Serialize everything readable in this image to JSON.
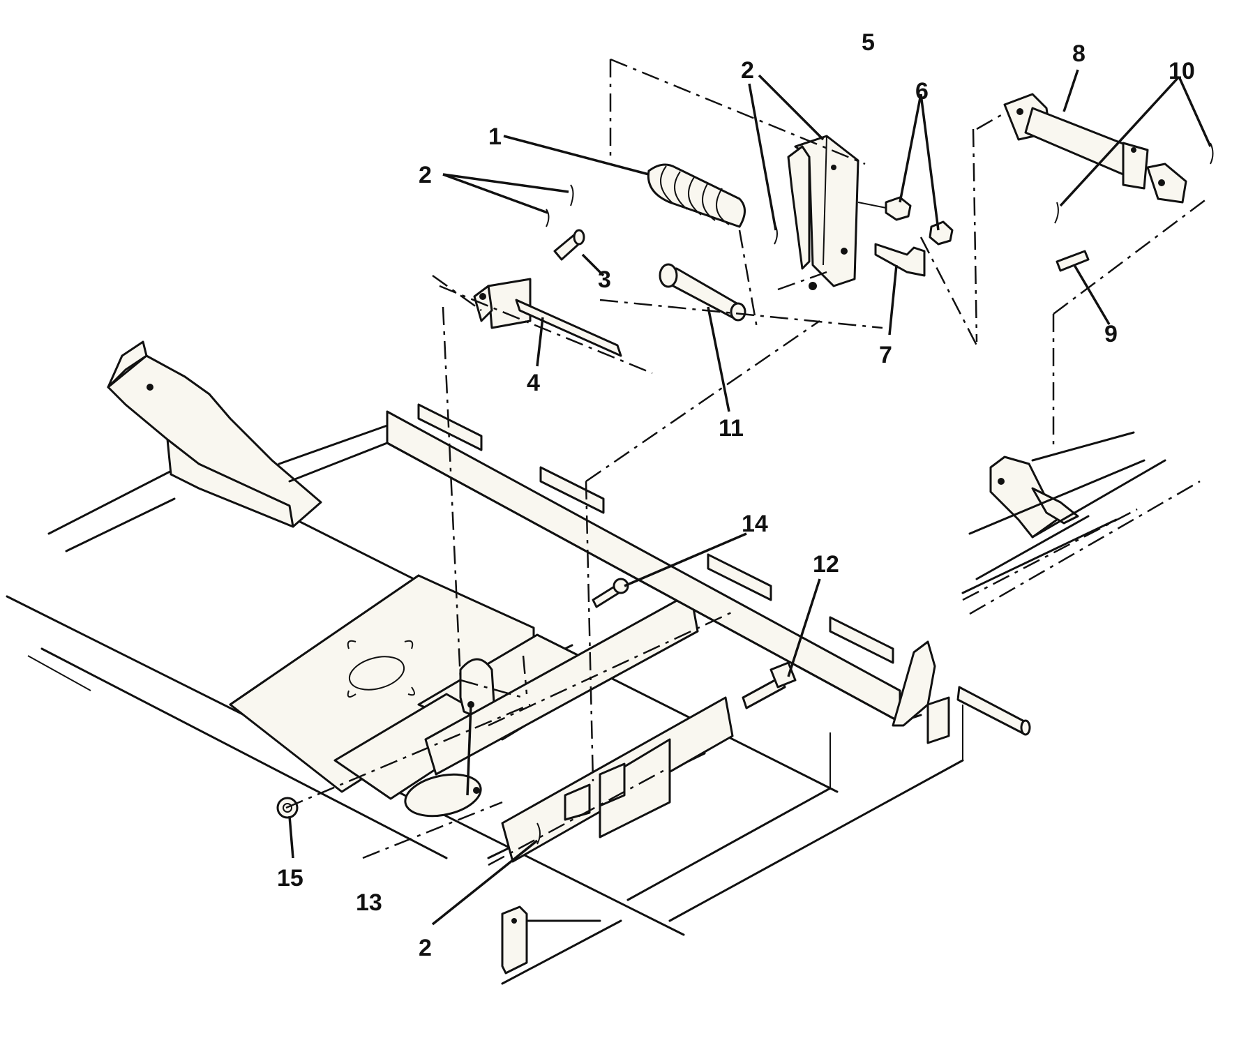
{
  "callouts": {
    "c1": "1",
    "c2a": "2",
    "c2b": "2",
    "c2c": "2",
    "c3": "3",
    "c4": "4",
    "c5": "5",
    "c6": "6",
    "c7": "7",
    "c8": "8",
    "c9": "9",
    "c10": "10",
    "c11": "11",
    "c12": "12",
    "c13": "13",
    "c14": "14",
    "c15": "15"
  }
}
